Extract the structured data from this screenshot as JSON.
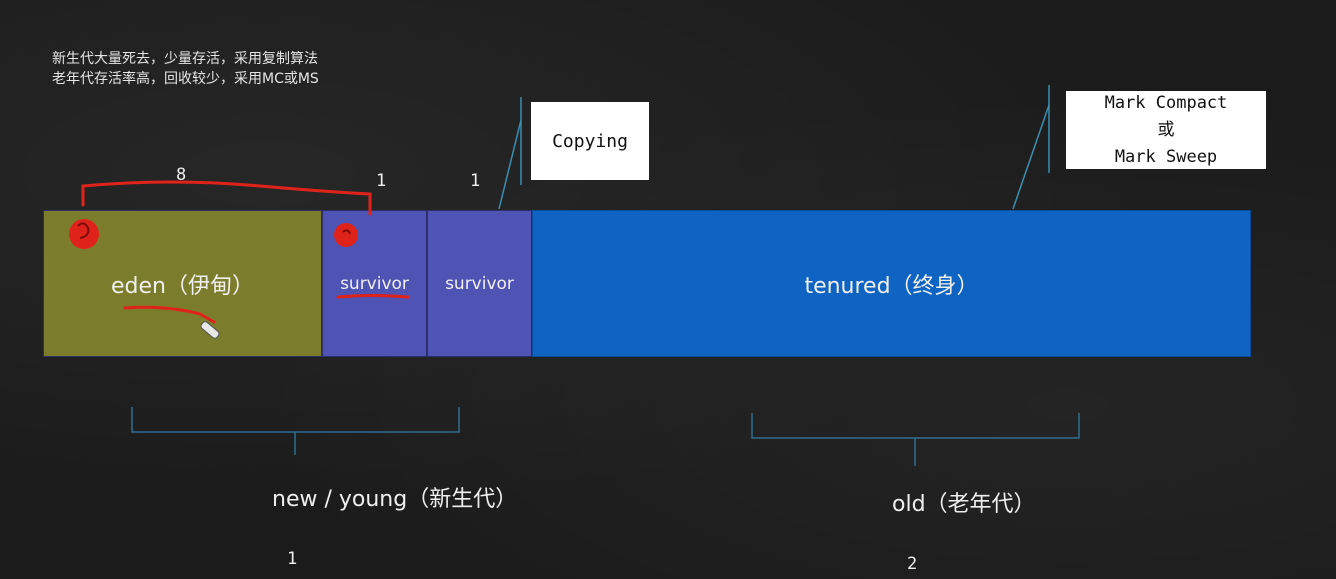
{
  "notes": {
    "line1": "新生代大量死去，少量存活，采用复制算法",
    "line2": "老年代存活率高，回收较少，采用MC或MS"
  },
  "heap": {
    "eden": "eden（伊甸）",
    "survivor_from": "survivor",
    "survivor_to": "survivor",
    "tenured": "tenured（终身）"
  },
  "ratios": {
    "eden": "8",
    "survivor_from": "1",
    "survivor_to": "1"
  },
  "callouts": {
    "copying": "Copying",
    "mark_compact": "Mark Compact",
    "or": "或",
    "mark_sweep": "Mark Sweep"
  },
  "groups": {
    "young": "new / young（新生代）",
    "young_ratio": "1",
    "old": "old（老年代）",
    "old_ratio": "2"
  },
  "annotation_colors": {
    "ink": "#e0231a",
    "bracket": "#2f6f8f"
  }
}
